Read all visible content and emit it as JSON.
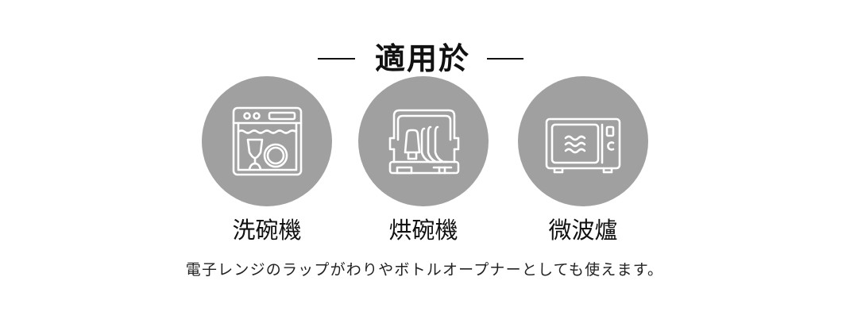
{
  "heading": {
    "title": "適用於",
    "dash_left": "—",
    "dash_right": "—"
  },
  "colors": {
    "circle_fill": "#a0a0a0",
    "icon_stroke": "#ffffff",
    "text": "#111111",
    "background": "#ffffff"
  },
  "items": [
    {
      "icon": "dishwasher-icon",
      "label": "洗碗機"
    },
    {
      "icon": "dish-dryer-icon",
      "label": "烘碗機"
    },
    {
      "icon": "microwave-icon",
      "label": "微波爐"
    }
  ],
  "caption": "電子レンジのラップがわりやボトルオープナーとしても使えます。"
}
